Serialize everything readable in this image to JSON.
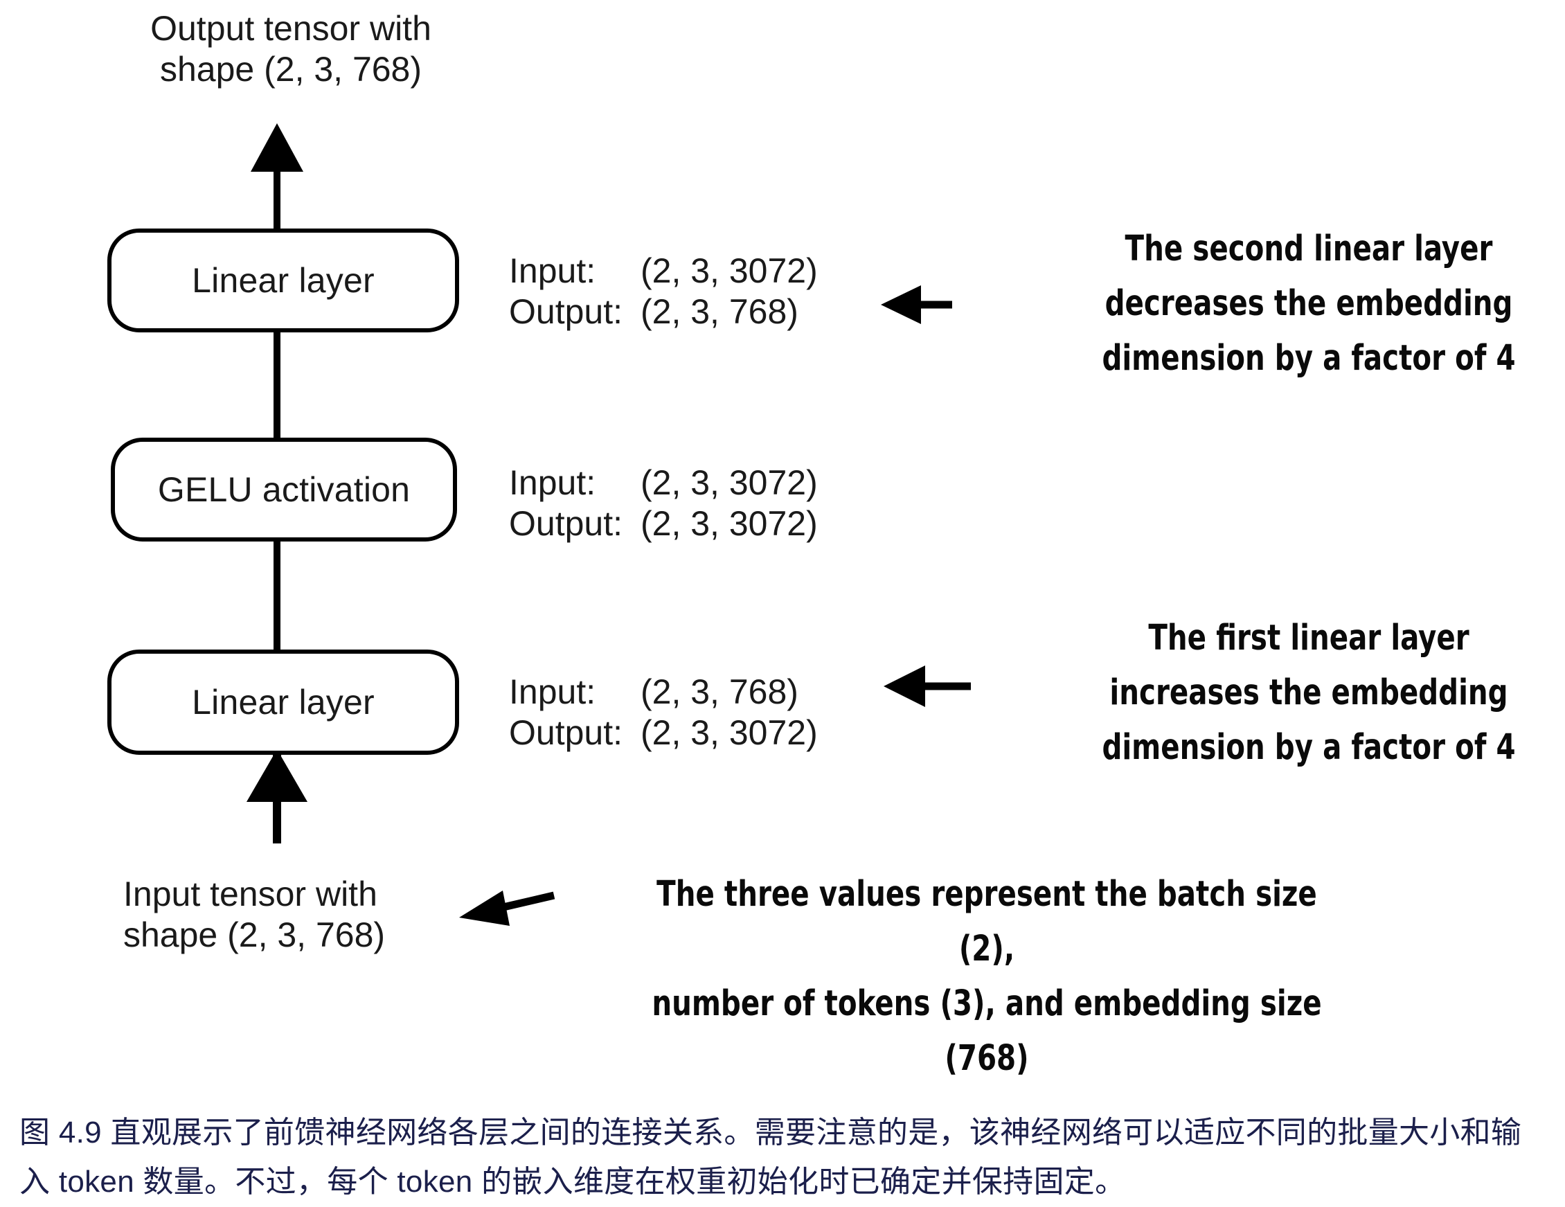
{
  "diagram": {
    "title_caption": "Output tensor with\nshape (2, 3, 768)",
    "input_caption": "Input tensor with\nshape (2, 3, 768)",
    "nodes": [
      {
        "id": "linear-top",
        "label": "Linear layer"
      },
      {
        "id": "gelu",
        "label": "GELU activation"
      },
      {
        "id": "linear-bottom",
        "label": "Linear layer"
      }
    ],
    "io_blocks": [
      {
        "for": "linear-top",
        "input_key": "Input:",
        "input_value": "(2, 3, 3072)",
        "output_key": "Output:",
        "output_value": "(2, 3, 768)"
      },
      {
        "for": "gelu",
        "input_key": "Input:",
        "input_value": "(2, 3, 3072)",
        "output_key": "Output:",
        "output_value": "(2, 3, 3072)"
      },
      {
        "for": "linear-bottom",
        "input_key": "Input:",
        "input_value": "(2, 3, 768)",
        "output_key": "Output:",
        "output_value": "(2, 3, 3072)"
      }
    ],
    "annotations": [
      {
        "id": "second-linear",
        "text": "The second linear layer\ndecreases the embedding\ndimension by a factor of 4"
      },
      {
        "id": "first-linear",
        "text": "The first linear layer\nincreases the embedding\ndimension by a factor of 4"
      },
      {
        "id": "three-values",
        "text": "The three values represent the batch size (2),\nnumber of tokens (3), and embedding size\n(768)"
      }
    ],
    "colors": {
      "stroke": "#000000",
      "text": "#1a1a1a",
      "caption_text": "#1b1f4b",
      "background": "#ffffff"
    }
  },
  "figure_caption": {
    "text": "图 4.9 直观展示了前馈神经网络各层之间的连接关系。需要注意的是，该神经网络可以适应不同的批量大小和输入 token 数量。不过，每个 token 的嵌入维度在权重初始化时已确定并保持固定。"
  }
}
